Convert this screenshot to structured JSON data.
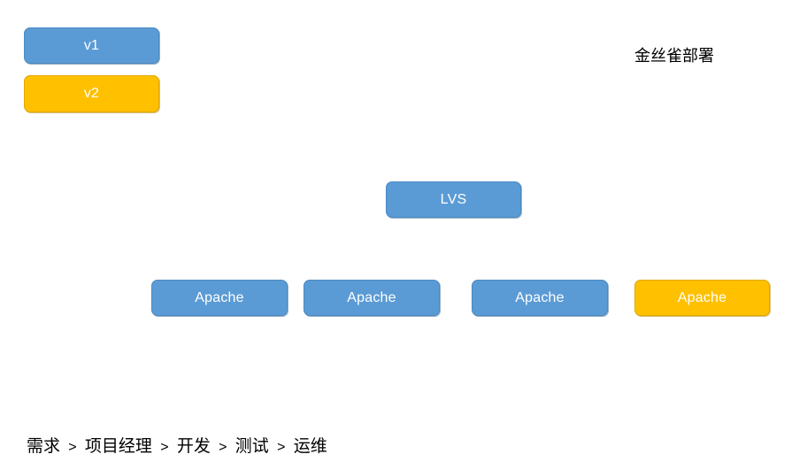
{
  "diagram": {
    "title": "金丝雀部署",
    "background_color": "#ffffff",
    "colors": {
      "stable_blue": "#5b9bd5",
      "stable_blue_border": "#4a8ac4",
      "canary_yellow": "#ffc000",
      "canary_yellow_border": "#e0a800",
      "node_text": "#ffffff",
      "label_text": "#000000"
    },
    "versions": [
      {
        "label": "v1",
        "variant": "blue"
      },
      {
        "label": "v2",
        "variant": "yellow"
      }
    ],
    "balancer": {
      "label": "LVS",
      "variant": "blue"
    },
    "backends": [
      {
        "label": "Apache",
        "variant": "blue"
      },
      {
        "label": "Apache",
        "variant": "blue"
      },
      {
        "label": "Apache",
        "variant": "blue"
      },
      {
        "label": "Apache",
        "variant": "yellow"
      }
    ],
    "pipeline": {
      "separator": ">",
      "stages": [
        "需求",
        "项目经理",
        "开发",
        "测试",
        "运维"
      ],
      "full_text": "需求 > 项目经理 > 开发 > 测试 > 运维"
    }
  }
}
